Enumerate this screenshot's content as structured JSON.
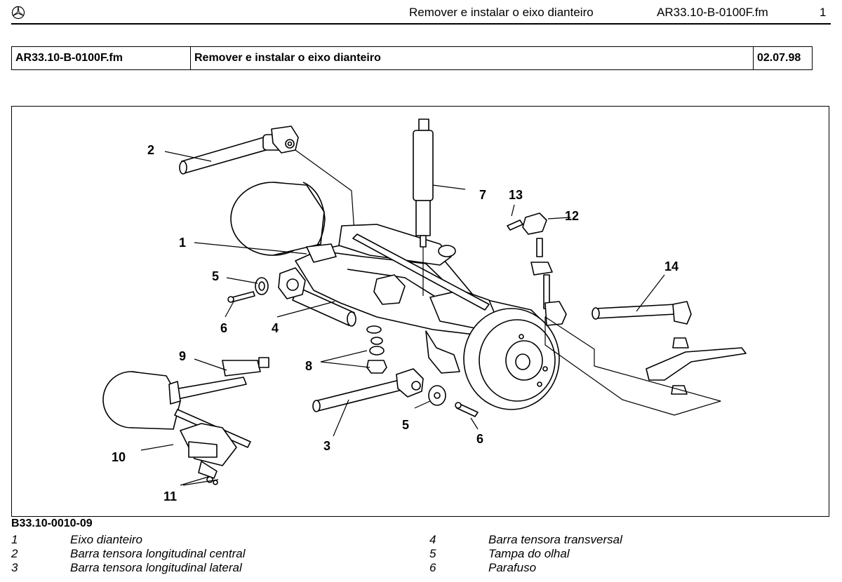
{
  "header": {
    "title": "Remover e instalar o eixo dianteiro",
    "file": "AR33.10-B-0100F.fm",
    "page": "1"
  },
  "info_table": {
    "file": "AR33.10-B-0100F.fm",
    "title": "Remover e instalar o eixo dianteiro",
    "date": "02.07.98"
  },
  "figure": {
    "id": "B33.10-0010-09",
    "callouts": [
      "1",
      "2",
      "3",
      "4",
      "5",
      "5",
      "6",
      "6",
      "7",
      "8",
      "9",
      "10",
      "11",
      "12",
      "13",
      "14"
    ]
  },
  "legend": [
    {
      "num": "1",
      "text": "Eixo dianteiro"
    },
    {
      "num": "2",
      "text": "Barra tensora longitudinal central"
    },
    {
      "num": "3",
      "text": "Barra tensora longitudinal lateral"
    },
    {
      "num": "4",
      "text": "Barra tensora transversal"
    },
    {
      "num": "5",
      "text": "Tampa do olhal"
    },
    {
      "num": "6",
      "text": "Parafuso"
    }
  ]
}
